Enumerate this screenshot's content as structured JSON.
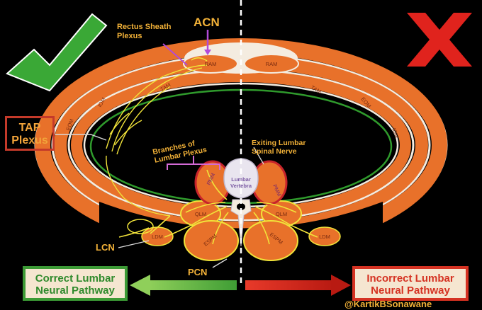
{
  "labels": {
    "acn": "ACN",
    "rectus_sheath_plexus": "Rectus Sheath\nPlexus",
    "tap_plexus": "TAP\nPlexus",
    "branches_lumbar_plexus": "Branches of\nLumbar Plexus",
    "exiting_lumbar_spinal_nerve": "Exiting Lumbar\nSpinal Nerve",
    "lcn": "LCN",
    "pcn": "PCN",
    "lumbar_vertebra": "Lumbar\nVertebra"
  },
  "muscles": {
    "ram": "RAM",
    "tam": "TAM",
    "iom": "IOM",
    "eom": "EOM",
    "pmm": "PMM",
    "qlm": "QLM",
    "espm": "ESPM",
    "ldm": "LDM"
  },
  "pathways": {
    "correct": "Correct Lumbar\nNeural Pathway",
    "incorrect": "Incorrect Lumbar\nNeural Pathway"
  },
  "handle": "@KartikBSonawane",
  "colors": {
    "muscle": "#e8712a",
    "muscle_light": "#f2a24a",
    "nerve": "#f1e33a",
    "green_check": "#3aa836",
    "red_cross": "#e0231d",
    "fascia": "#f4ece0",
    "peritoneum": "#2f9a2c"
  }
}
